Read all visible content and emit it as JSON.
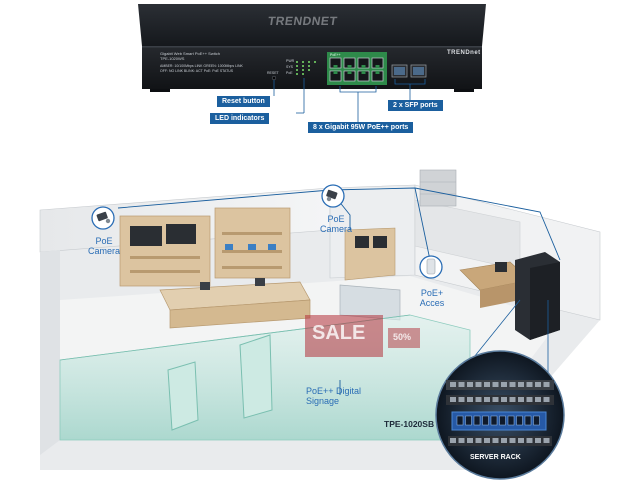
{
  "switch": {
    "brand_front": "TRENDnet",
    "brand_top": "TRENDNET",
    "model_text": "Gigabit Web Smart PoE++ Switch",
    "model_number": "TPE-1020WS",
    "front_text_lines": [
      "AMBER: 10/100Mbps LINK  GREEN: 1000Mbps LINK",
      "OFF: NO LINK  BLINK: ACT  PoE: PoE STATUS"
    ],
    "led_labels": [
      "PWR",
      "SYS",
      "PoE"
    ],
    "reset_label": "RESET",
    "port_label": "PoE++"
  },
  "callouts": {
    "reset_button": "Reset button",
    "led_indicators": "LED indicators",
    "gigabit_ports": "8 x Gigabit 95W PoE++ ports",
    "sfp_ports": "2 x SFP ports"
  },
  "floor": {
    "poe_camera_left": [
      "PoE",
      "Camera"
    ],
    "poe_camera_center": [
      "PoE",
      "Camera"
    ],
    "poe_access": [
      "PoE+",
      "Acces"
    ],
    "digital_signage": [
      "PoE++ Digital",
      "Signage"
    ],
    "sale_text": "SALE",
    "sale_percent": "50%",
    "switch_callout": "TPE-1020SB",
    "server_rack": "SERVER RACK"
  },
  "colors": {
    "accent_blue": "#1b5f9e",
    "label_blue": "#2a6db5",
    "port_green": "#2e8a4a",
    "switch_black": "#1e2126",
    "glass_teal": "#bfe3dc"
  }
}
